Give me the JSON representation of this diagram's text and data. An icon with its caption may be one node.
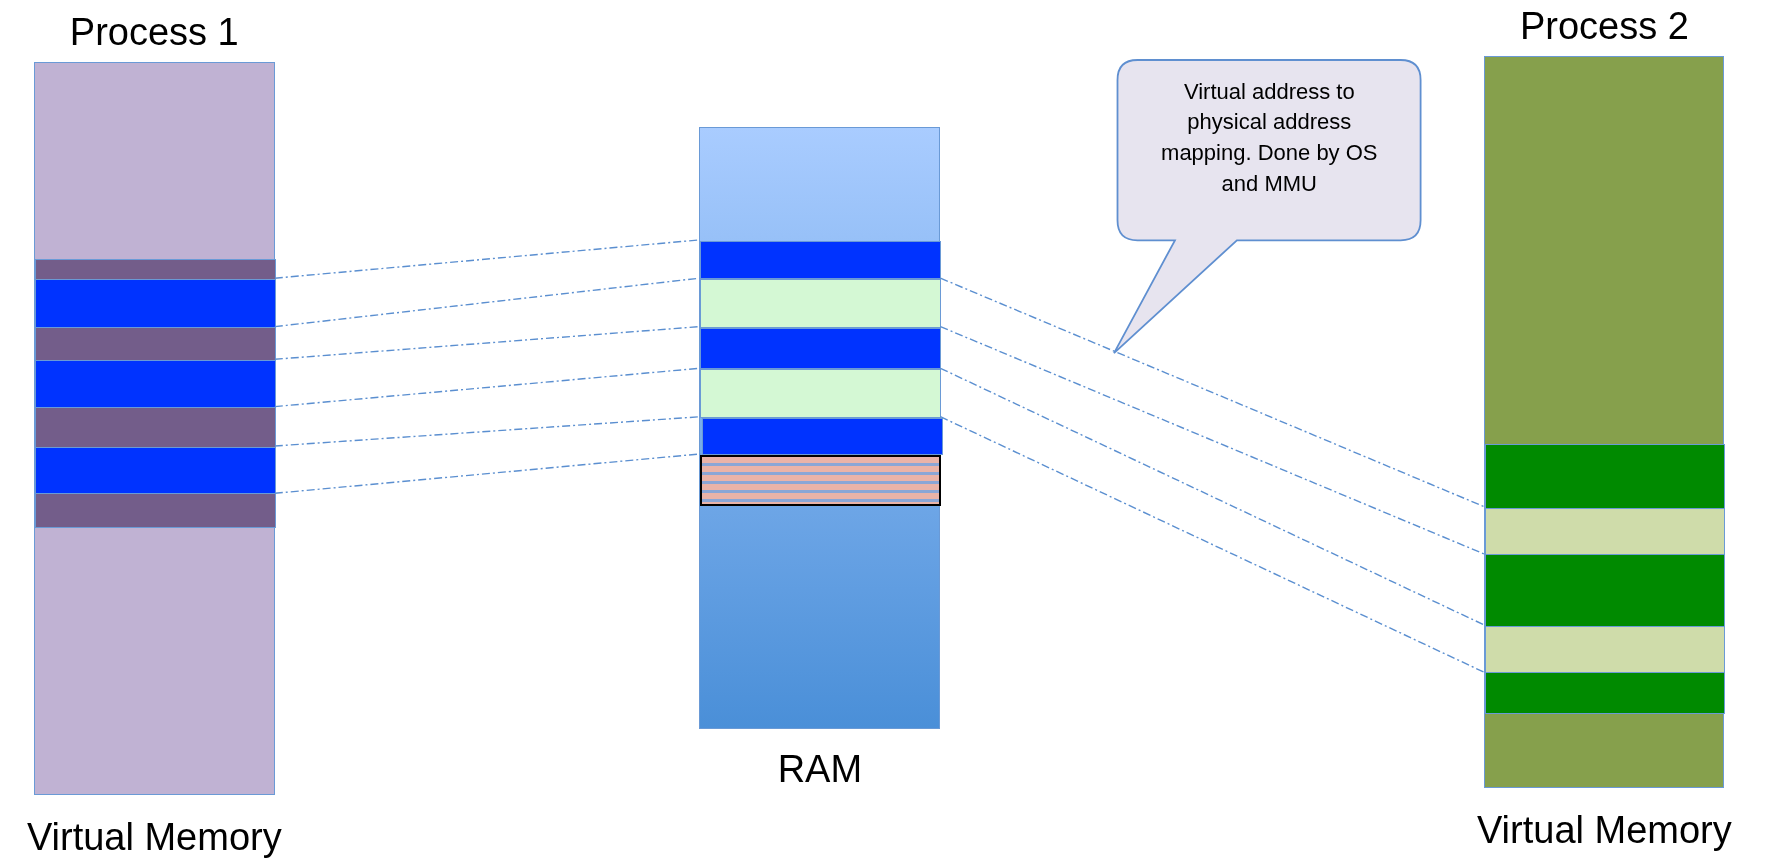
{
  "diagram": {
    "nodes": [
      {
        "text": [
          "Process 1"
        ],
        "beside": [
          "Virtual Memory"
        ]
      },
      {
        "text": [],
        "shape": "bar",
        "in": 0
      },
      {
        "text": [],
        "shape": "bar",
        "in": 0
      },
      {
        "text": [],
        "shape": "bar",
        "in": 0
      },
      {
        "text": [
          "RAM"
        ]
      },
      {
        "text": [],
        "shape": "bar",
        "in": 4
      },
      {
        "text": [],
        "shape": "bar",
        "in": 4
      },
      {
        "text": [],
        "shape": "bar",
        "in": 4
      },
      {
        "text": [],
        "shape": "bar",
        "in": 4
      },
      {
        "text": [],
        "shape": "bar",
        "in": 4
      },
      {
        "text": [
          "Process 2"
        ],
        "beside": [
          "Virtual Memory"
        ]
      },
      {
        "text": [],
        "shape": "bar",
        "in": 10
      },
      {
        "text": [],
        "shape": "bar",
        "in": 10
      },
      {
        "text": [
          "Virtual address to physical address mapping. Done by OS and MMU"
        ]
      }
    ],
    "edges": [
      {
        "from": 1,
        "to": 5,
        "arrow": "none",
        "style": "dashed"
      },
      {
        "from": 1,
        "to": 5,
        "arrow": "none",
        "style": "dashed"
      },
      {
        "from": 2,
        "to": 7,
        "arrow": "none",
        "style": "dashed"
      },
      {
        "from": 2,
        "to": 7,
        "arrow": "none",
        "style": "dashed"
      },
      {
        "from": 3,
        "to": 9,
        "arrow": "none",
        "style": "dashed"
      },
      {
        "from": 3,
        "to": 9,
        "arrow": "none",
        "style": "dashed"
      },
      {
        "from": 6,
        "to": 11,
        "arrow": "none",
        "style": "dashed"
      },
      {
        "from": 6,
        "to": 11,
        "arrow": "none",
        "style": "dashed"
      },
      {
        "from": 8,
        "to": 12,
        "arrow": "none",
        "style": "dashed"
      },
      {
        "from": 8,
        "to": 12,
        "arrow": "none",
        "style": "dashed"
      }
    ]
  }
}
